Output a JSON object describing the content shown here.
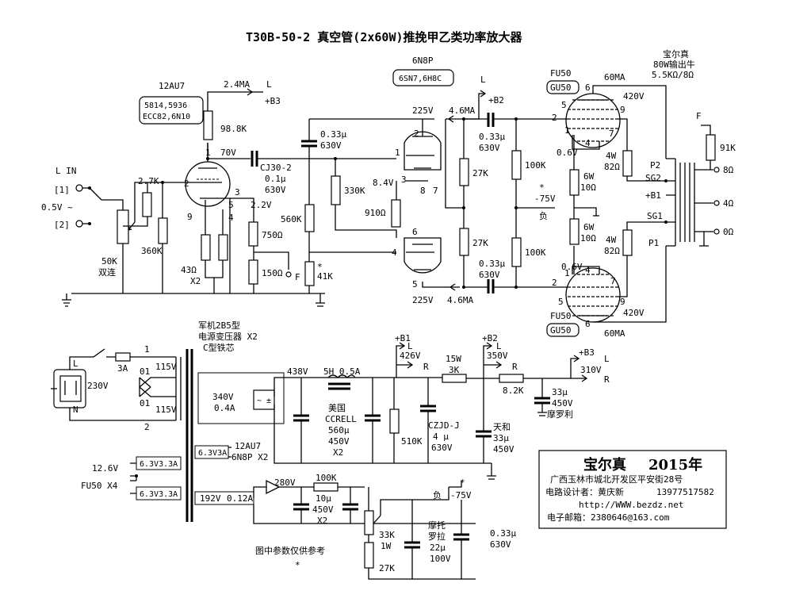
{
  "title": "T30B-50-2 真空管(2x60W)推挽甲乙类功率放大器",
  "labels": {
    "v1_tube": "12AU7",
    "v1_subs_a": "5814,5936",
    "v1_subs_b": "ECC82,6N10",
    "v2_tube": "6N8P",
    "v2_subs": "6SN7,6H8C",
    "out_top_tube": "FU50",
    "out_top_sub": "GU50",
    "out_bot_tube": "FU50",
    "out_bot_sub": "GU50",
    "ot_brand": "宝尔真",
    "ot_desc": "80W输出牛",
    "ot_imp": "5.5KΩ/8Ω",
    "in_label": "L IN",
    "in1": "[1]",
    "in2": "[2]",
    "in_level": "0.5V ~",
    "vol": "50K",
    "vol_desc": "双连",
    "r27k": "2.7K",
    "r360k": "360K",
    "i24": "2.4MA",
    "lbl_L1": "L",
    "lbl_B3": "+B3",
    "r988": "98.8K",
    "pin1": "1",
    "v70": "70V",
    "cj": "CJ30-2",
    "cj_val": "0.1μ",
    "cj_v": "630V",
    "pin2": "2",
    "pin3": "3",
    "pin9": "9",
    "pin5": "5",
    "pin4": "4",
    "v22": "2.2V",
    "r750": "750Ω",
    "r150": "150Ω",
    "lbl_F1": "F",
    "r43": "43Ω",
    "x2a": "X2",
    "c033a": "0.33μ",
    "c033a_v": "630V",
    "v225a": "225V",
    "r560k": "560K",
    "r330k": "330K",
    "v84": "8.4V",
    "r910": "910Ω",
    "star1": "*",
    "r41k": "41K",
    "v225b": "225V",
    "i46a": "4.6MA",
    "i46b": "4.6MA",
    "r27ka": "27K",
    "r27kb": "27K",
    "lbl_B2": "+B2",
    "c033b": "0.33μ",
    "c033b_v": "630V",
    "c033c": "0.33μ",
    "c033c_v": "630V",
    "r100ka": "100K",
    "r100kb": "100K",
    "star2": "*",
    "bias": "-75V",
    "neg": "负",
    "v06a": "0.6V",
    "v06b": "0.6V",
    "r6wa": "6W",
    "r10a": "10Ω",
    "r6wb": "6W",
    "r10b": "10Ω",
    "i60a": "60MA",
    "i60b": "60MA",
    "v420a": "420V",
    "v420b": "420V",
    "r4wa": "4W",
    "r82a": "82Ω",
    "r4wb": "4W",
    "r82b": "82Ω",
    "p2": "P2",
    "sg2": "SG2",
    "b1": "+B1",
    "sg1": "SG1",
    "p1": "P1",
    "lbl_F2": "F",
    "r91k": "91K",
    "o8": "8Ω",
    "o4": "4Ω",
    "o0": "0Ω",
    "pt_title": "军机2B5型",
    "pt_desc": "电源变压器 X2",
    "pt_core": "C型铁芯",
    "mains": "230V",
    "fuse": "3A",
    "tap01a": "01",
    "tap01b": "01",
    "tapL": "L",
    "tapN": "N",
    "tap1": "1",
    "tap2": "2",
    "v115a": "115V",
    "v115b": "115V",
    "sec_hv": "340V",
    "sec_hv_i": "0.4A",
    "v438": "438V",
    "choke": "5H 0.5A",
    "cap_brand": "美国",
    "cap_name": "CCRELL",
    "cap_val": "560μ",
    "cap_v": "450V",
    "cap_x": "X2",
    "b1_lbl": "+B1",
    "v426": "426V",
    "lbl_L2": "L",
    "lbl_R1": "R",
    "r510k": "510K",
    "czjd": "CZJD-J",
    "czjd_val": "4 μ",
    "czjd_v": "630V",
    "r15w": "15W",
    "r3k": "3K",
    "b2_lbl": "+B2",
    "v350": "350V",
    "lbl_L3": "L",
    "lbl_R2": "R",
    "cap2_brand": "天和",
    "cap2_val": "33μ",
    "cap2_v": "450V",
    "r82k": "8.2K",
    "b3_lbl": "+B3",
    "v310": "310V",
    "lbl_L4": "L",
    "lbl_R3": "R",
    "cap3_val": "33μ",
    "cap3_v": "450V",
    "cap3_brand": "摩罗利",
    "h63": "6.3V3A",
    "h12": "12AU7",
    "h6n8": "6N8P X2",
    "v126": "12.6V",
    "h63a": "6.3V3.3A",
    "h63b": "6.3V3.3A",
    "fu50x4": "FU50 X4",
    "neg_sec": "192V",
    "neg_sec_i": "0.12A",
    "v280": "280V",
    "r100k": "100K",
    "c10": "10μ",
    "c10_v": "450V",
    "c10_x": "X2",
    "neg_lbl": "负",
    "bias2": "-75V",
    "star3": "*",
    "r33k": "33K",
    "r1w": "1W",
    "r27k_b": "27K",
    "moto_a": "摩托",
    "moto_b": "罗拉",
    "moto_val": "22μ",
    "moto_v": "100V",
    "c033d": "0.33μ",
    "c033d_v": "630V",
    "note": "图中参数仅供参考",
    "star4": "*"
  },
  "credit": {
    "brand": "宝尔真",
    "year": "2015年",
    "address": "广西玉林市城北开发区平安街28号",
    "designer": "电路设计者：黄庆新",
    "phone": "13977517582",
    "url": "http://WWW.bezdz.net",
    "email": "电子邮箱：2380646@163.com"
  }
}
